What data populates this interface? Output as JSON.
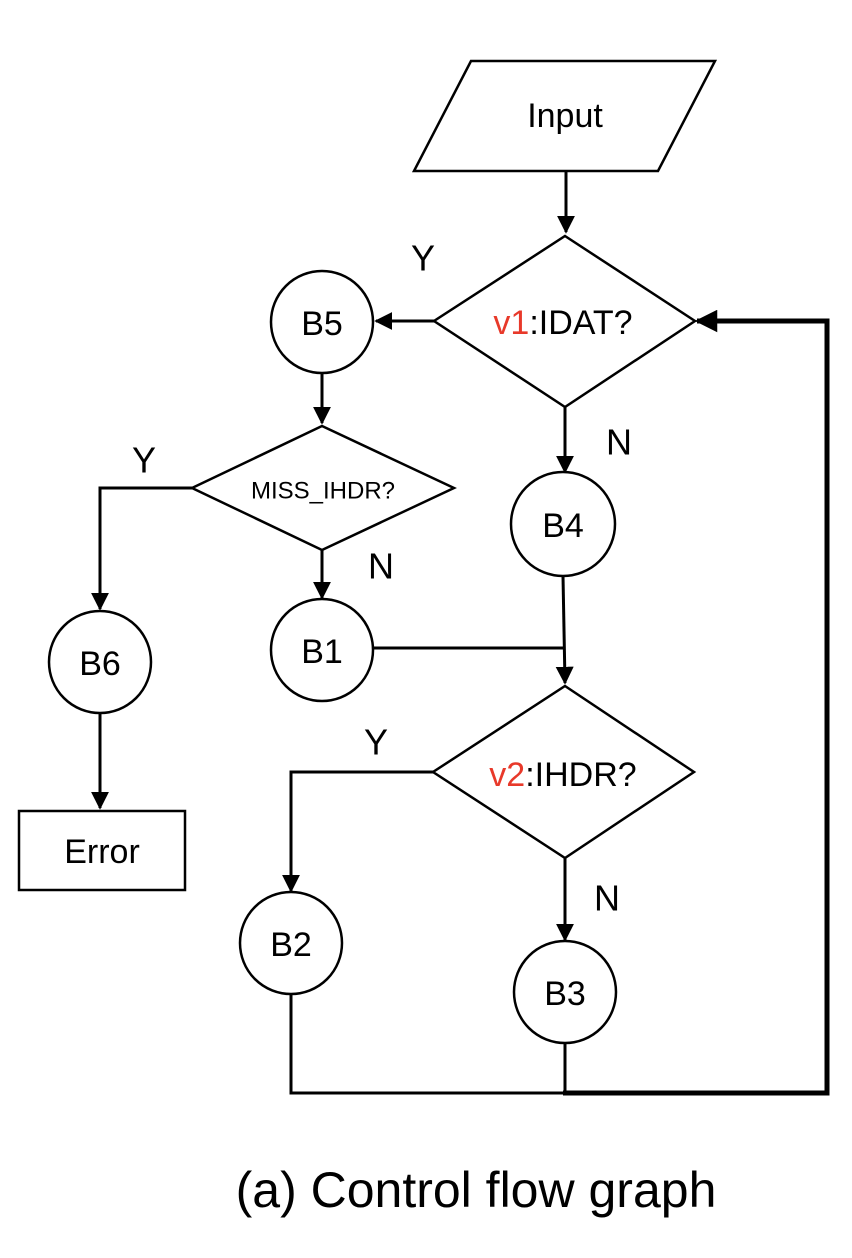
{
  "diagram": {
    "nodes": {
      "input": "Input",
      "v1": {
        "var": "v1",
        "rest": ":IDAT?"
      },
      "b5": "B5",
      "miss_ihdr": "MISS_IHDR?",
      "b4": "B4",
      "b6": "B6",
      "b1": "B1",
      "error": "Error",
      "v2": {
        "var": "v2",
        "rest": ":IHDR?"
      },
      "b2": "B2",
      "b3": "B3"
    },
    "branch_labels": {
      "v1_yes": "Y",
      "v1_no": "N",
      "miss_yes": "Y",
      "miss_no": "N",
      "v2_yes": "Y",
      "v2_no": "N"
    },
    "colors": {
      "variable": "#e8392a",
      "stroke": "#000000"
    }
  },
  "caption": "(a) Control flow graph"
}
